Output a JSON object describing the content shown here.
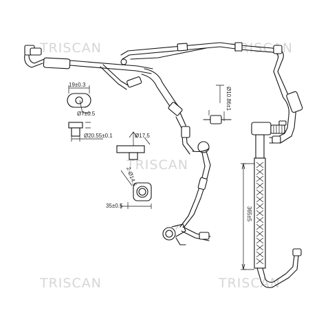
{
  "watermarks": {
    "top_left": "TRISCAN",
    "top_right": "TRISCAN",
    "middle": "TRISCAN",
    "bottom_left": "TRISCAN",
    "bottom_right": "TRISCAN"
  },
  "dimensions": {
    "width_19": "19±0.3",
    "hole_7": "Ø7±0.5",
    "dia_20": "Ø20.55±0.1",
    "dia_17": "Ø17.5",
    "dia_2": "2-Ø14.5",
    "len_35": "35±0.5",
    "dia_10": "Ø10.86±1",
    "len_365": "365±5"
  },
  "colors": {
    "line": "#111111",
    "watermark": "#d6d6d6"
  }
}
